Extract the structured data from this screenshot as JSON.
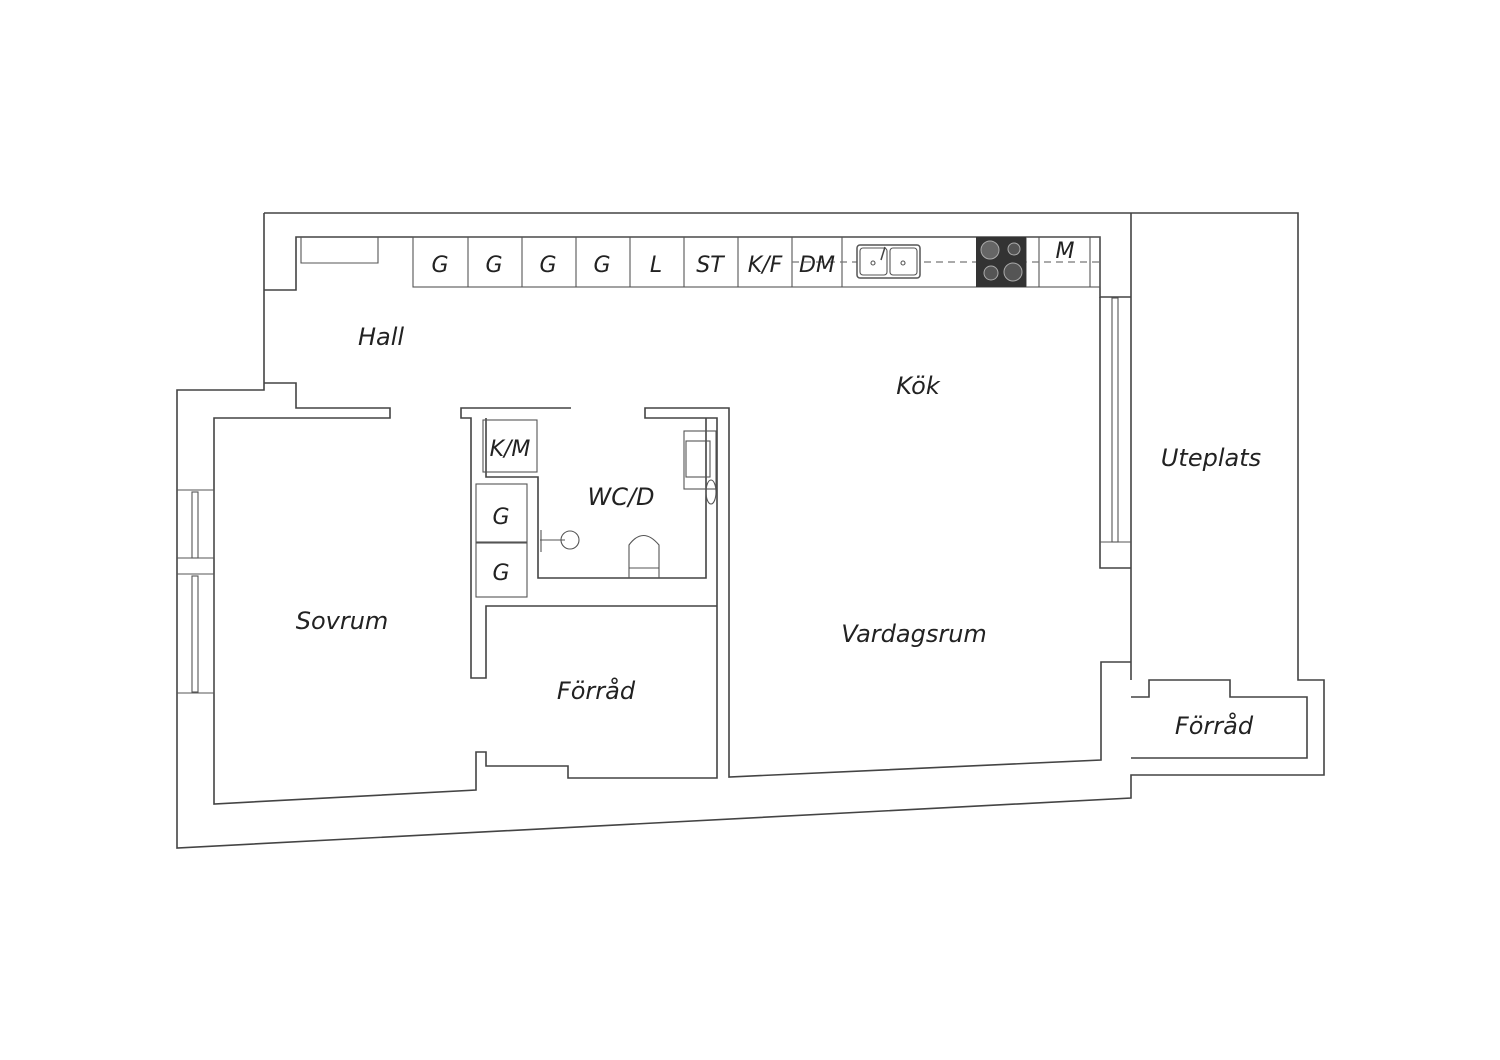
{
  "rooms": {
    "hall": "Hall",
    "kok": "Kök",
    "uteplats": "Uteplats",
    "wc": "WC/D",
    "sovrum": "Sovrum",
    "vardagsrum": "Vardagsrum",
    "forrad_inner": "Förråd",
    "forrad_outer": "Förråd"
  },
  "fixtures": {
    "kitchen": [
      "G",
      "G",
      "G",
      "G",
      "L",
      "ST",
      "K/F",
      "DM"
    ],
    "kitchen_m": "M",
    "km": "K/M",
    "closet_1": "G",
    "closet_2": "G"
  },
  "colors": {
    "wall": "#444444",
    "stove": "#333333"
  }
}
